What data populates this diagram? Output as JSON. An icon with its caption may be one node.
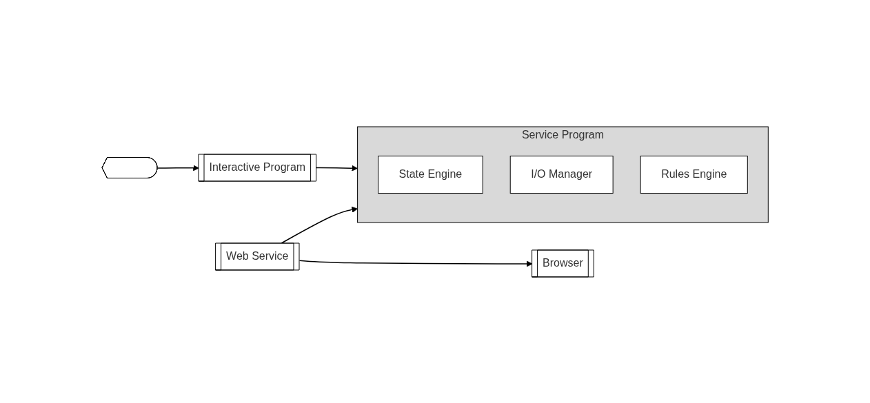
{
  "diagram": {
    "nodes": [
      {
        "text": [],
        "shape": "display"
      },
      {
        "text": [
          "Interactive Program"
        ]
      },
      {
        "text": [
          "Service Program"
        ]
      },
      {
        "text": [
          "State Engine"
        ],
        "in": 2
      },
      {
        "text": [
          "I/O Manager"
        ],
        "in": 2
      },
      {
        "text": [
          "Rules Engine"
        ],
        "in": 2
      },
      {
        "text": [
          "Web Service"
        ]
      },
      {
        "text": [
          "Browser"
        ]
      }
    ],
    "edges": [
      {
        "from": 0,
        "to": 1,
        "arrow": "to"
      },
      {
        "from": 1,
        "to": 2,
        "arrow": "to"
      },
      {
        "from": 6,
        "to": 2,
        "arrow": "to"
      },
      {
        "from": 6,
        "to": 7,
        "arrow": "to"
      }
    ]
  }
}
